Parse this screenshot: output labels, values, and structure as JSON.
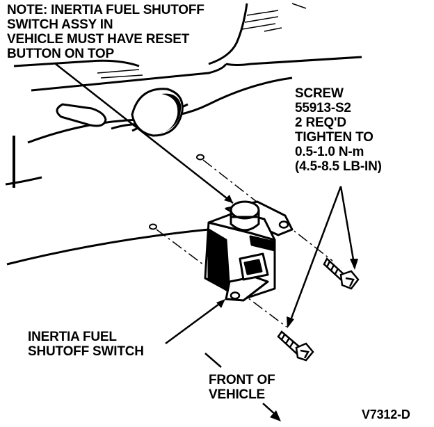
{
  "note": {
    "lines": [
      "NOTE: INERTIA FUEL SHUTOFF",
      "SWITCH ASSY  IN",
      "VEHICLE MUST HAVE RESET",
      "BUTTON ON TOP"
    ]
  },
  "screw": {
    "lines": [
      "SCREW",
      "55913-S2",
      "2 REQ'D",
      "TIGHTEN TO",
      "0.5-1.0 N-m",
      "(4.5-8.5 LB-IN)"
    ]
  },
  "switch_label": {
    "lines": [
      "INERTIA FUEL",
      "SHUTOFF SWITCH"
    ]
  },
  "front": {
    "lines": [
      "FRONT OF",
      "VEHICLE"
    ]
  },
  "figure_id": "V7312-D"
}
